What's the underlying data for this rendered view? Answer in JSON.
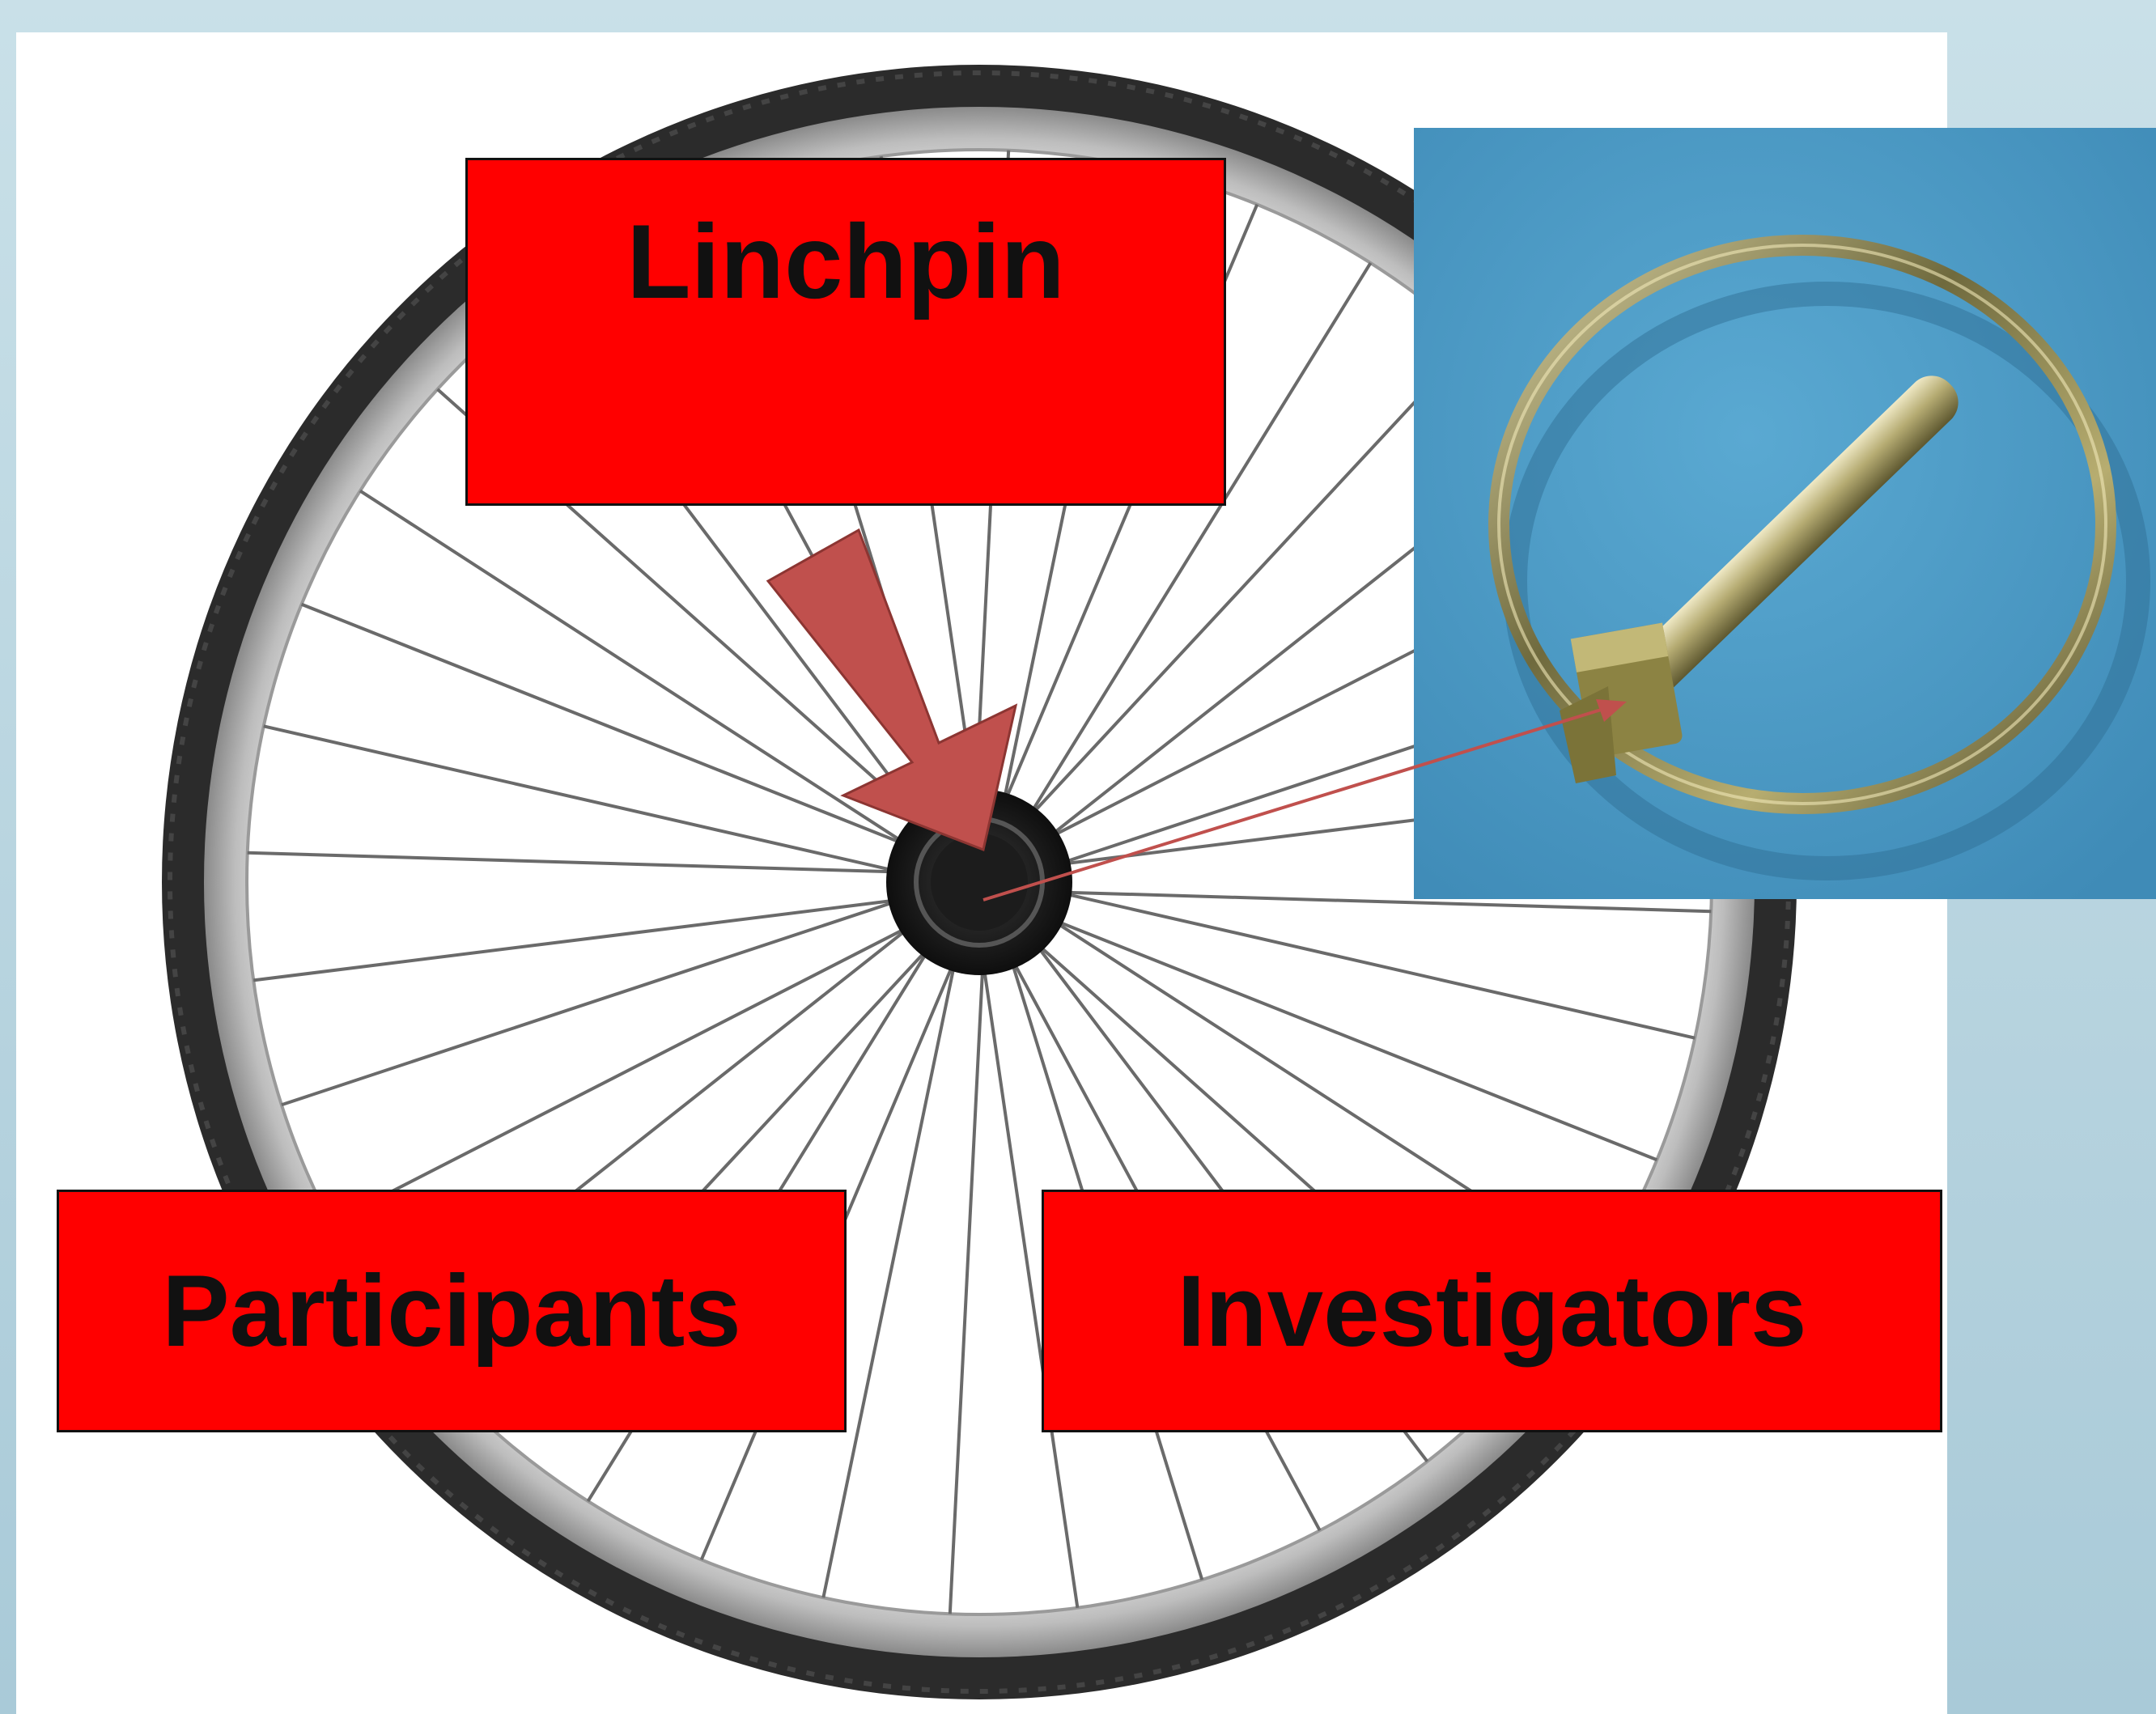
{
  "labels": {
    "linchpin": "Linchpin",
    "participants": "Participants",
    "investigators": "Investigators"
  },
  "icons": {
    "wheel": "bicycle-wheel-icon",
    "pin": "linchpin-photo",
    "pointer": "down-right-arrow-icon"
  },
  "colors": {
    "label_fill": "#ff0000",
    "arrow_fill": "#c0504d",
    "photo_background": "#4a9bc6"
  }
}
